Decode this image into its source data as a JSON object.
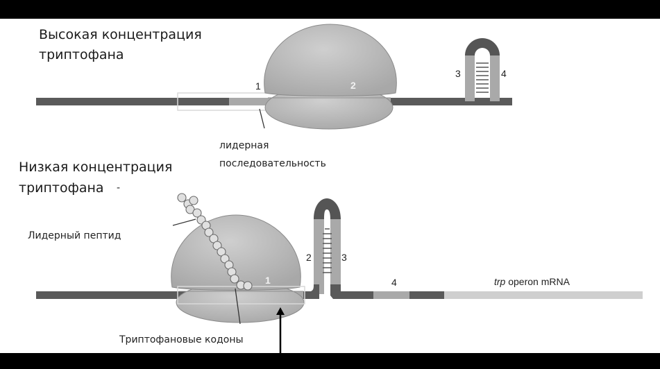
{
  "high": {
    "title_line1": "Высокая концентрация",
    "title_line2": "триптофана",
    "region1": "1",
    "region2": "2",
    "region3": "3",
    "region4": "4",
    "leader_label_line1": "лидерная",
    "leader_label_line2": "последовательность"
  },
  "low": {
    "title_line1": "Низкая концентрация",
    "title_line2": "триптофана",
    "dash": "-",
    "peptide_label": "Лидерный пептид",
    "region1": "1",
    "region2": "2",
    "region3": "3",
    "region4": "4",
    "trp_italic": "trp",
    "operon_label": " operon mRNA",
    "codons_label": "Триптофановые кодоны"
  },
  "colors": {
    "background": "#000000",
    "panel": "#ffffff",
    "mrna_dark": "#5a5a5a",
    "mrna_region": "#a9a9a9",
    "ribosome": "#b5b5b5",
    "operon_light": "#cfcfcf"
  }
}
